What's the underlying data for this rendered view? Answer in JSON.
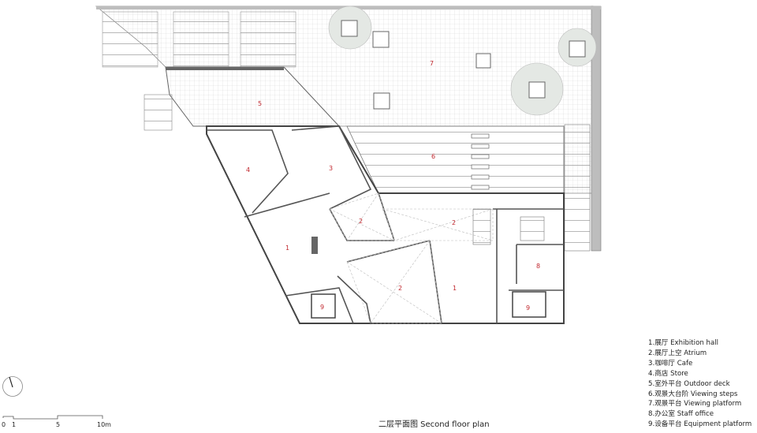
{
  "title": "二层平面图  Second floor plan",
  "legend": [
    "1.展厅  Exhibition hall",
    "2.展厅上空  Atrium",
    "3.咖啡厅  Cafe",
    "4.商店  Store",
    "5.室外平台  Outdoor deck",
    "6.观景大台阶  Viewing steps",
    "7.观景平台  Viewing platform",
    "8.办公室  Staff office",
    "9.设备平台  Equipment platform"
  ],
  "room_labels": {
    "r7": "7",
    "r5": "5",
    "r6": "6",
    "r4": "4",
    "r3": "3",
    "r2a": "2",
    "r2b": "2",
    "r2c": "2",
    "r1a": "1",
    "r1b": "1",
    "r8": "8",
    "r9a": "9",
    "r9b": "9"
  },
  "scale_bar": {
    "ticks": [
      "0",
      "1",
      "5",
      "10m"
    ]
  },
  "colors": {
    "room_label": "#c0262d",
    "wall": "#555555",
    "grid": "#d6d6d6"
  }
}
